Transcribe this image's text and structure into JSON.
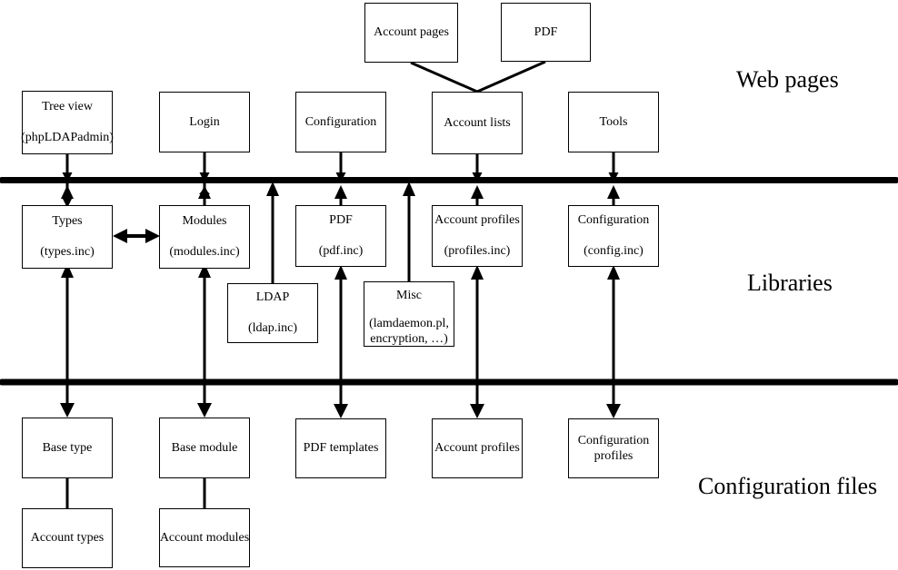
{
  "diagram": {
    "title": "LDAP Account Manager architecture",
    "background": "#ffffff",
    "line_color": "#000000",
    "bands": [
      {
        "id": "web-pages",
        "label": "Web pages"
      },
      {
        "id": "libraries",
        "label": "Libraries"
      },
      {
        "id": "configuration-files",
        "label": "Configuration files"
      }
    ],
    "nodes": {
      "account_pages": {
        "title": "Account pages",
        "sub": ""
      },
      "pdf_top": {
        "title": "PDF",
        "sub": ""
      },
      "tree_view": {
        "title": "Tree view",
        "sub": "(phpLDAPadmin)"
      },
      "login": {
        "title": "Login",
        "sub": ""
      },
      "configuration_page": {
        "title": "Configuration",
        "sub": ""
      },
      "account_lists": {
        "title": "Account lists",
        "sub": ""
      },
      "tools": {
        "title": "Tools",
        "sub": ""
      },
      "types_lib": {
        "title": "Types",
        "sub": "(types.inc)"
      },
      "modules_lib": {
        "title": "Modules",
        "sub": "(modules.inc)"
      },
      "pdf_lib": {
        "title": "PDF",
        "sub": "(pdf.inc)"
      },
      "profiles_lib": {
        "title": "Account profiles",
        "sub": "(profiles.inc)"
      },
      "config_lib": {
        "title": "Configuration",
        "sub": "(config.inc)"
      },
      "ldap_lib": {
        "title": "LDAP",
        "sub": "(ldap.inc)"
      },
      "misc_lib": {
        "title": "Misc",
        "sub": "(lamdaemon.pl, encryption, …)"
      },
      "base_type": {
        "title": "Base type",
        "sub": ""
      },
      "base_module": {
        "title": "Base module",
        "sub": ""
      },
      "pdf_templates": {
        "title": "PDF templates",
        "sub": ""
      },
      "account_profiles_files": {
        "title": "Account profiles",
        "sub": ""
      },
      "configuration_profiles_files": {
        "title": "Configuration profiles",
        "sub": ""
      },
      "account_types": {
        "title": "Account types",
        "sub": ""
      },
      "account_modules": {
        "title": "Account modules",
        "sub": ""
      }
    }
  }
}
